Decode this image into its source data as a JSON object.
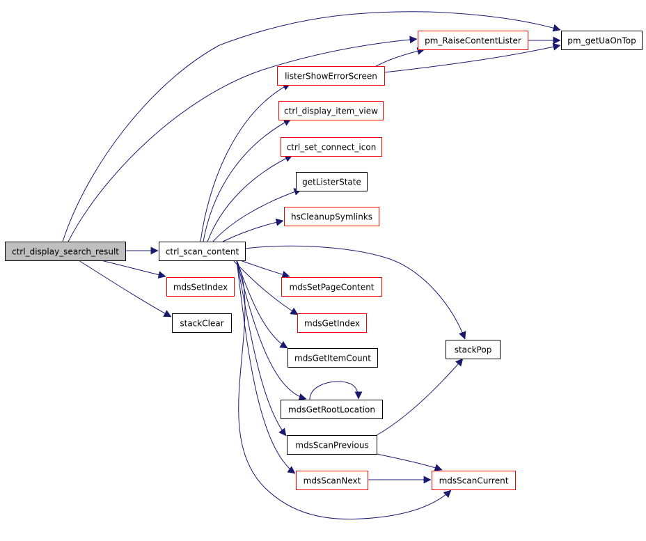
{
  "graph": {
    "colors": {
      "edge": "#191970",
      "link_border": "#ff0000",
      "plain_border": "#000000",
      "root_fill": "#bfbfbf",
      "node_fill": "#ffffff"
    },
    "nodes": [
      {
        "id": "ctrl_display_search_result",
        "label": "ctrl_display_search_result",
        "kind": "root"
      },
      {
        "id": "ctrl_scan_content",
        "label": "ctrl_scan_content",
        "kind": "plain"
      },
      {
        "id": "mdsSetIndex",
        "label": "mdsSetIndex",
        "kind": "link"
      },
      {
        "id": "stackClear",
        "label": "stackClear",
        "kind": "plain"
      },
      {
        "id": "pm_RaiseContentLister",
        "label": "pm_RaiseContentLister",
        "kind": "link"
      },
      {
        "id": "pm_getUaOnTop",
        "label": "pm_getUaOnTop",
        "kind": "plain"
      },
      {
        "id": "listerShowErrorScreen",
        "label": "listerShowErrorScreen",
        "kind": "link"
      },
      {
        "id": "ctrl_display_item_view",
        "label": "ctrl_display_item_view",
        "kind": "link"
      },
      {
        "id": "ctrl_set_connect_icon",
        "label": "ctrl_set_connect_icon",
        "kind": "link"
      },
      {
        "id": "getListerState",
        "label": "getListerState",
        "kind": "plain"
      },
      {
        "id": "hsCleanupSymlinks",
        "label": "hsCleanupSymlinks",
        "kind": "link"
      },
      {
        "id": "mdsSetPageContent",
        "label": "mdsSetPageContent",
        "kind": "link"
      },
      {
        "id": "mdsGetIndex",
        "label": "mdsGetIndex",
        "kind": "link"
      },
      {
        "id": "mdsGetItemCount",
        "label": "mdsGetItemCount",
        "kind": "plain"
      },
      {
        "id": "mdsGetRootLocation",
        "label": "mdsGetRootLocation",
        "kind": "plain"
      },
      {
        "id": "mdsScanPrevious",
        "label": "mdsScanPrevious",
        "kind": "plain"
      },
      {
        "id": "mdsScanNext",
        "label": "mdsScanNext",
        "kind": "link"
      },
      {
        "id": "mdsScanCurrent",
        "label": "mdsScanCurrent",
        "kind": "link"
      },
      {
        "id": "stackPop",
        "label": "stackPop",
        "kind": "plain"
      }
    ],
    "edges": [
      {
        "from": "ctrl_display_search_result",
        "to": "ctrl_scan_content"
      },
      {
        "from": "ctrl_display_search_result",
        "to": "mdsSetIndex"
      },
      {
        "from": "ctrl_display_search_result",
        "to": "stackClear"
      },
      {
        "from": "ctrl_display_search_result",
        "to": "pm_RaiseContentLister"
      },
      {
        "from": "ctrl_display_search_result",
        "to": "pm_getUaOnTop"
      },
      {
        "from": "ctrl_scan_content",
        "to": "listerShowErrorScreen"
      },
      {
        "from": "ctrl_scan_content",
        "to": "ctrl_display_item_view"
      },
      {
        "from": "ctrl_scan_content",
        "to": "ctrl_set_connect_icon"
      },
      {
        "from": "ctrl_scan_content",
        "to": "getListerState"
      },
      {
        "from": "ctrl_scan_content",
        "to": "hsCleanupSymlinks"
      },
      {
        "from": "ctrl_scan_content",
        "to": "mdsSetPageContent"
      },
      {
        "from": "ctrl_scan_content",
        "to": "mdsGetIndex"
      },
      {
        "from": "ctrl_scan_content",
        "to": "mdsGetItemCount"
      },
      {
        "from": "ctrl_scan_content",
        "to": "mdsGetRootLocation"
      },
      {
        "from": "ctrl_scan_content",
        "to": "mdsScanPrevious"
      },
      {
        "from": "ctrl_scan_content",
        "to": "mdsScanNext"
      },
      {
        "from": "ctrl_scan_content",
        "to": "mdsScanCurrent"
      },
      {
        "from": "ctrl_scan_content",
        "to": "stackPop"
      },
      {
        "from": "listerShowErrorScreen",
        "to": "pm_RaiseContentLister"
      },
      {
        "from": "listerShowErrorScreen",
        "to": "pm_getUaOnTop"
      },
      {
        "from": "pm_RaiseContentLister",
        "to": "pm_getUaOnTop"
      },
      {
        "from": "mdsGetRootLocation",
        "to": "mdsGetRootLocation"
      },
      {
        "from": "mdsScanPrevious",
        "to": "stackPop"
      },
      {
        "from": "mdsScanPrevious",
        "to": "mdsScanCurrent"
      },
      {
        "from": "mdsScanNext",
        "to": "mdsScanCurrent"
      }
    ]
  }
}
